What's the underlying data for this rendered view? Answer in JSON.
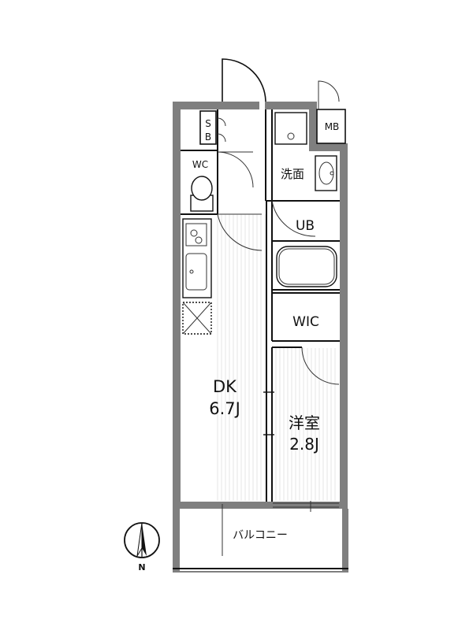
{
  "rooms": {
    "dk_name": "DK",
    "dk_size": "6.7J",
    "western_name": "洋室",
    "western_size": "2.8J",
    "wc": "WC",
    "wash": "洗面",
    "ub": "UB",
    "wic": "WIC",
    "mb": "MB",
    "sb_top": "S",
    "sb_bottom": "B",
    "balcony": "バルコニー"
  },
  "compass": {
    "label": "N"
  }
}
